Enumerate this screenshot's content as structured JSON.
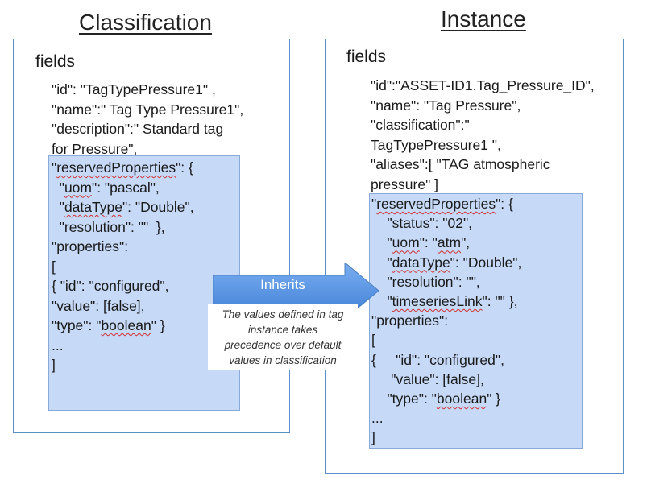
{
  "classification": {
    "heading": "Classification",
    "fields_label": "fields",
    "lines": [
      "\"id\": \"TagTypePressure1\" ,",
      "\"name\":\" Tag Type Pressure1\",",
      "\"description\":\" Standard tag",
      "for Pressure\","
    ],
    "box_lines": [
      [
        "\"",
        {
          "t": "reservedProperties"
        },
        "\": {"
      ],
      [
        "  \"",
        {
          "t": "uom"
        },
        "\": \"pascal\","
      ],
      [
        "  \"",
        {
          "t": "dataType"
        },
        "\": \"Double\","
      ],
      [
        "  \"resolution\": \"\"  },"
      ],
      [
        "\"properties\":"
      ],
      [
        "["
      ],
      [
        "{ \"id\": \"configured\","
      ],
      [
        "\"value\": [false],"
      ],
      [
        "\"type\": \"",
        {
          "t": "boolean"
        },
        "\" }"
      ],
      [
        "..."
      ],
      [
        "]"
      ]
    ]
  },
  "instance": {
    "heading": "Instance",
    "fields_label": "fields",
    "lines": [
      "\"id\":\"ASSET-ID1.Tag_Pressure_ID\",",
      "\"name\": \"Tag Pressure\",",
      "\"classification\":\"",
      "TagTypePressure1 \",",
      "\"aliases\":[ \"TAG atmospheric",
      "pressure\" ]"
    ],
    "box_lines": [
      [
        "\"",
        {
          "t": "reservedProperties"
        },
        "\": {"
      ],
      [
        "    \"status\": \"02\","
      ],
      [
        "    \"",
        {
          "t": "uom"
        },
        "\": \"",
        {
          "t": "atm"
        },
        "\","
      ],
      [
        "    \"",
        {
          "t": "dataType"
        },
        "\": \"Double\","
      ],
      [
        "    \"resolution\": \"\","
      ],
      [
        "    \"",
        {
          "t": "timeseriesLink"
        },
        "\": \"\" },"
      ],
      [
        "\"properties\":"
      ],
      [
        "["
      ],
      [
        "{     \"id\": \"configured\","
      ],
      [
        "     \"value\": [false],"
      ],
      [
        "    \"type\": \"",
        {
          "t": "boolean"
        },
        "\" }"
      ],
      [
        "..."
      ],
      [
        "]"
      ]
    ]
  },
  "arrow": {
    "label": "Inherits",
    "note_lines": [
      "The values defined in tag",
      "instance takes",
      "precedence over default",
      "values in classification"
    ],
    "fill_top": "#7aaef0",
    "fill_bottom": "#3f7fd6"
  },
  "colors": {
    "panel_border": "#5b8fc7",
    "box_fill": "#c6d9f7",
    "squiggle": "#d23030"
  }
}
